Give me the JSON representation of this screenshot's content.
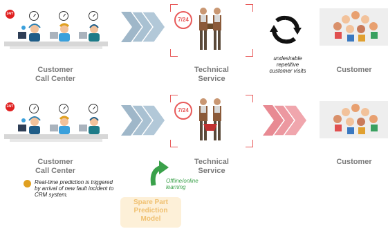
{
  "rows": [
    {
      "call_center_label_line1": "Customer",
      "call_center_label_line2": "Call Center",
      "technical_label_line1": "Technical",
      "technical_label_line2": "Service",
      "customer_label": "Customer",
      "note_line1": "undesirable",
      "note_line2": "repetitive",
      "note_line3": "customer visits",
      "badge_247": "24/7",
      "service_badge": "7/24"
    },
    {
      "call_center_label_line1": "Customer",
      "call_center_label_line2": "Call Center",
      "technical_label_line1": "Technical",
      "technical_label_line2": "Service",
      "customer_label": "Customer",
      "badge_247": "24/7",
      "service_badge": "7/24"
    }
  ],
  "bullet": {
    "line1": "Real-time prediction is triggered",
    "line2": "by arrival of new fault incident to",
    "line3": "CRM system."
  },
  "learning": {
    "line1": "Offline/online",
    "line2": "learning"
  },
  "model": {
    "line1": "Spare Part",
    "line2": "Prediction",
    "line3": "Model"
  },
  "colors": {
    "arrow_blue": "#9fb7c9",
    "arrow_red": "#e88a93",
    "accent_red": "#e85a5a",
    "green": "#3aa14a",
    "model_bg": "#fdf0d8",
    "model_text": "#f0c070",
    "label_gray": "#7a7a7a"
  },
  "icons": {
    "arrows": "chevron-arrows-icon",
    "refresh": "refresh-icon",
    "green_arrow": "curved-arrow-icon",
    "bullet": "bell-icon"
  }
}
